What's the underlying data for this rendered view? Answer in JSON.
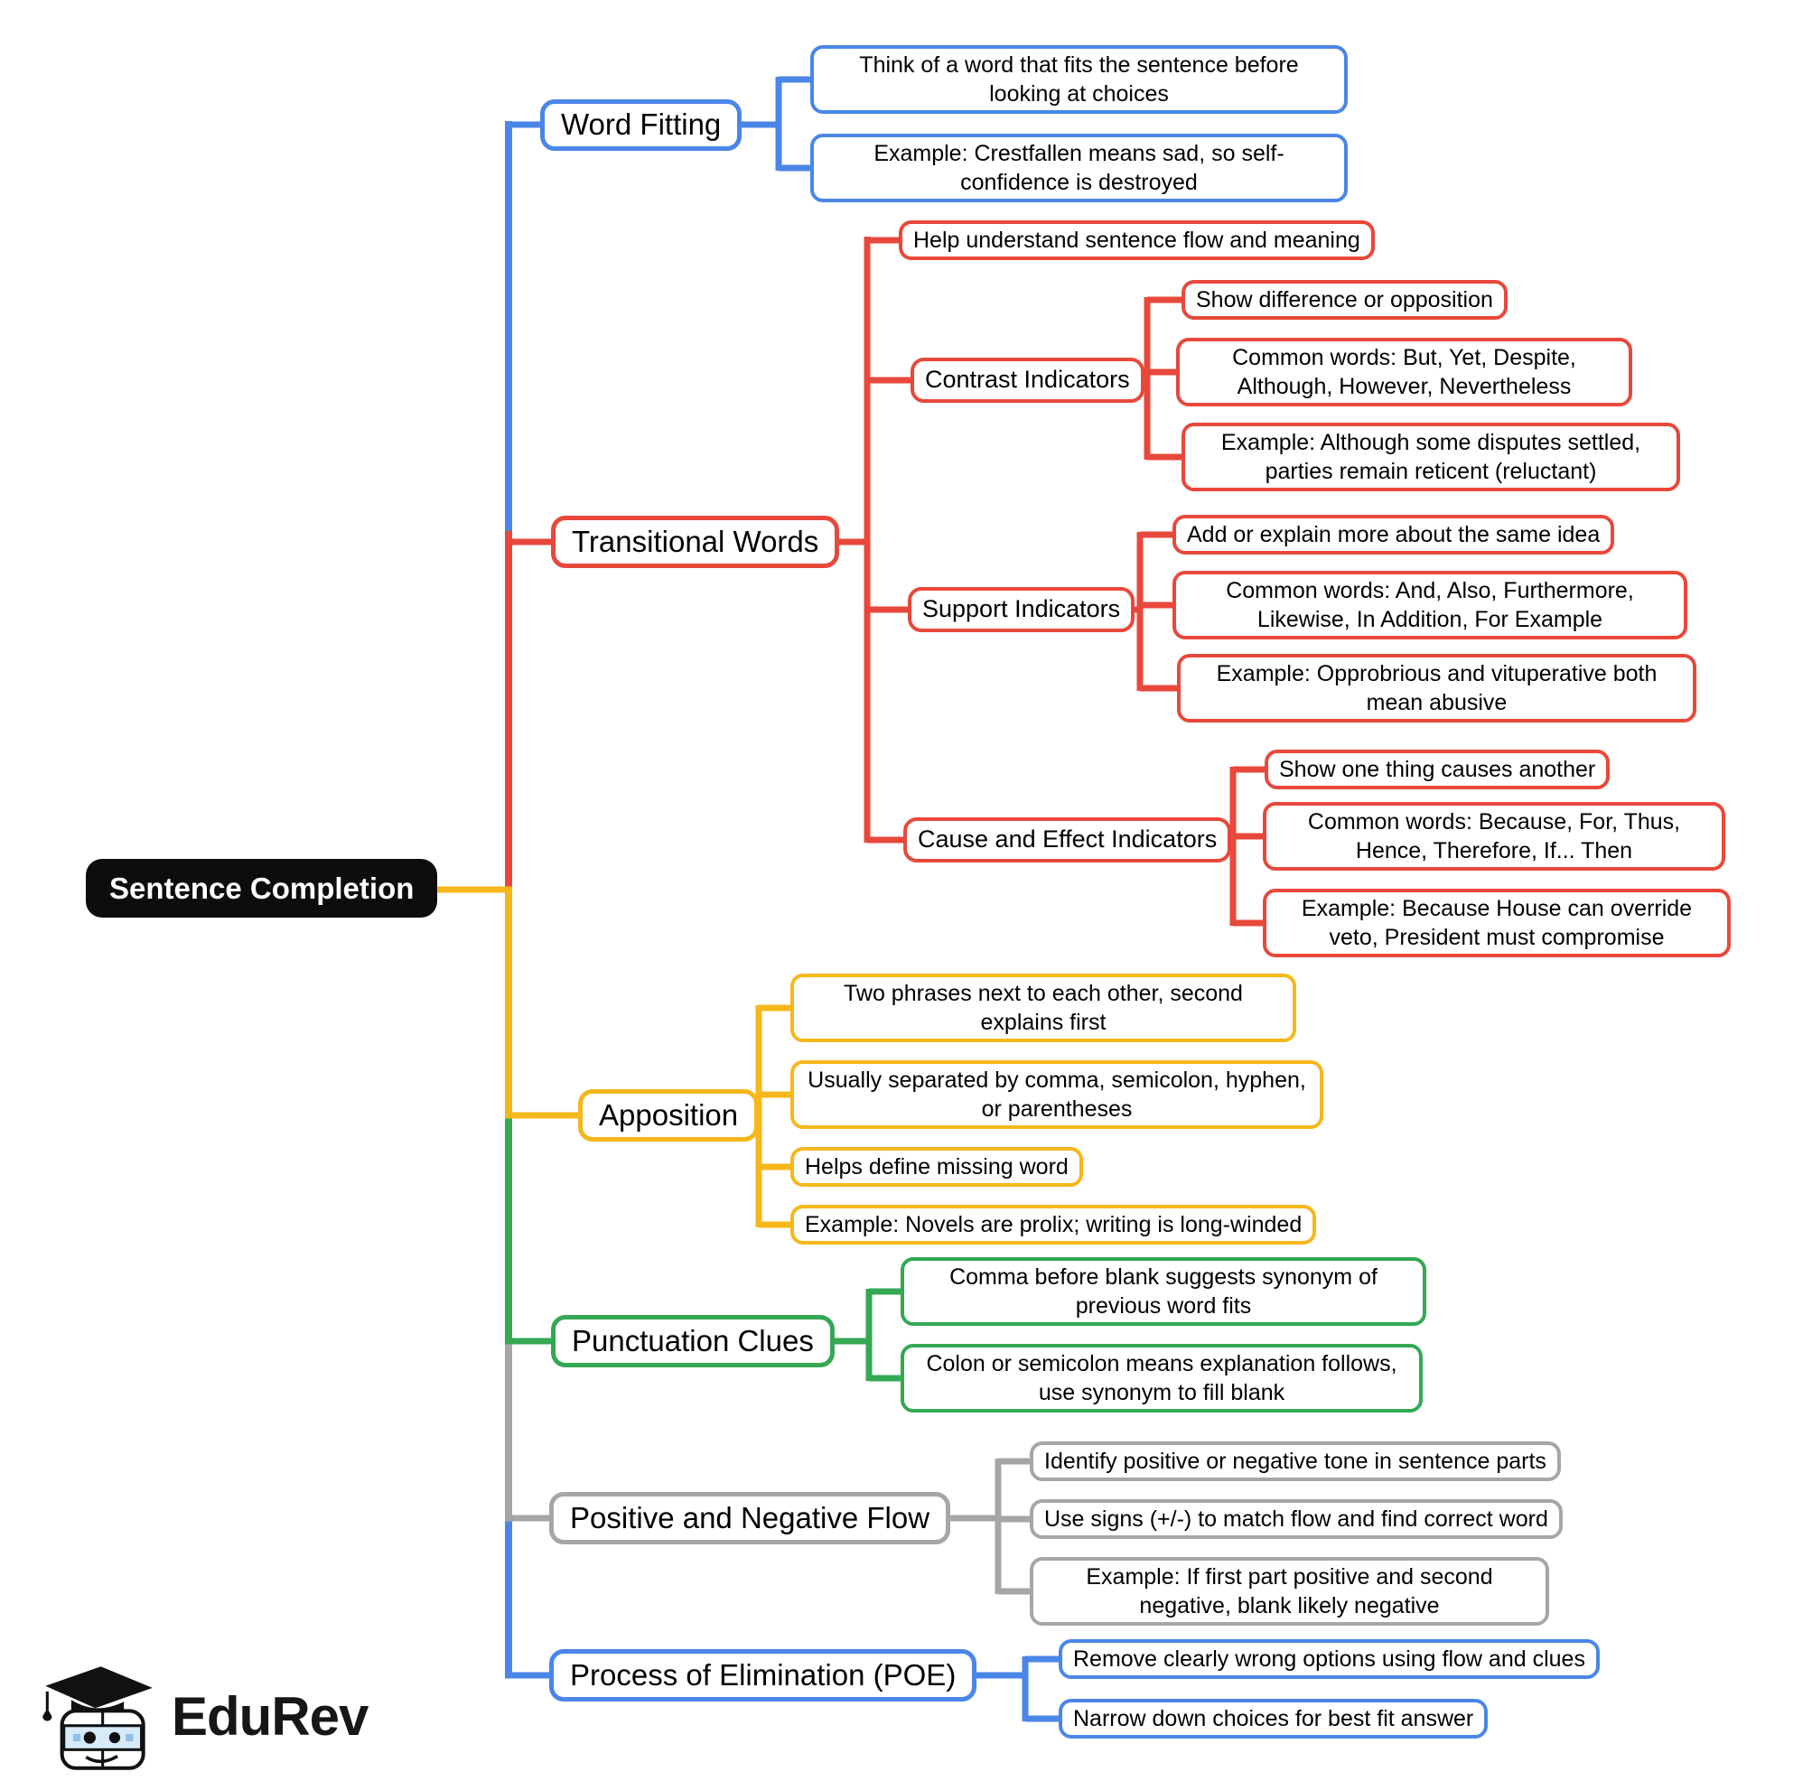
{
  "root": {
    "label": "Sentence Completion"
  },
  "theme": {
    "blue": "#4a86e8",
    "red": "#e8483b",
    "yellow": "#f5b71a",
    "green": "#34a853",
    "gray": "#a6a6a6",
    "root_bg": "#0d0d0d"
  },
  "branches": [
    {
      "id": "word_fitting",
      "label": "Word Fitting",
      "color": "#4a86e8",
      "children": [
        "Think of a word that fits the sentence before looking at choices",
        "Example: Crestfallen means sad, so self-confidence is destroyed"
      ]
    },
    {
      "id": "transitional_words",
      "label": "Transitional Words",
      "color": "#e8483b",
      "children": [
        "Help understand sentence flow and meaning",
        {
          "label": "Contrast Indicators",
          "children": [
            "Show difference or opposition",
            "Common words: But, Yet, Despite, Although, However, Nevertheless",
            "Example: Although some disputes settled, parties remain reticent (reluctant)"
          ]
        },
        {
          "label": "Support Indicators",
          "children": [
            "Add or explain more about the same idea",
            "Common words: And, Also, Furthermore, Likewise, In Addition, For Example",
            "Example: Opprobrious and vituperative both mean abusive"
          ]
        },
        {
          "label": "Cause and Effect Indicators",
          "children": [
            "Show one thing causes another",
            "Common words: Because, For, Thus, Hence, Therefore, If... Then",
            "Example: Because House can override veto, President must compromise"
          ]
        }
      ]
    },
    {
      "id": "apposition",
      "label": "Apposition",
      "color": "#f5b71a",
      "children": [
        "Two phrases next to each other, second explains first",
        "Usually separated by comma, semicolon, hyphen, or parentheses",
        "Helps define missing word",
        "Example: Novels are prolix; writing is long-winded"
      ]
    },
    {
      "id": "punctuation_clues",
      "label": "Punctuation Clues",
      "color": "#34a853",
      "children": [
        "Comma before blank suggests synonym of previous word fits",
        "Colon or semicolon means explanation follows, use synonym to fill blank"
      ]
    },
    {
      "id": "positive_negative_flow",
      "label": "Positive and Negative Flow",
      "color": "#a6a6a6",
      "children": [
        "Identify positive or negative tone in sentence parts",
        "Use signs (+/-) to match flow and find correct word",
        "Example: If first part positive and second negative, blank likely negative"
      ]
    },
    {
      "id": "process_of_elimination",
      "label": "Process of Elimination (POE)",
      "color": "#4a86e8",
      "children": [
        "Remove clearly wrong options using flow and clues",
        "Narrow down choices for best fit answer"
      ]
    }
  ],
  "logo": {
    "brand": "EduRev"
  }
}
